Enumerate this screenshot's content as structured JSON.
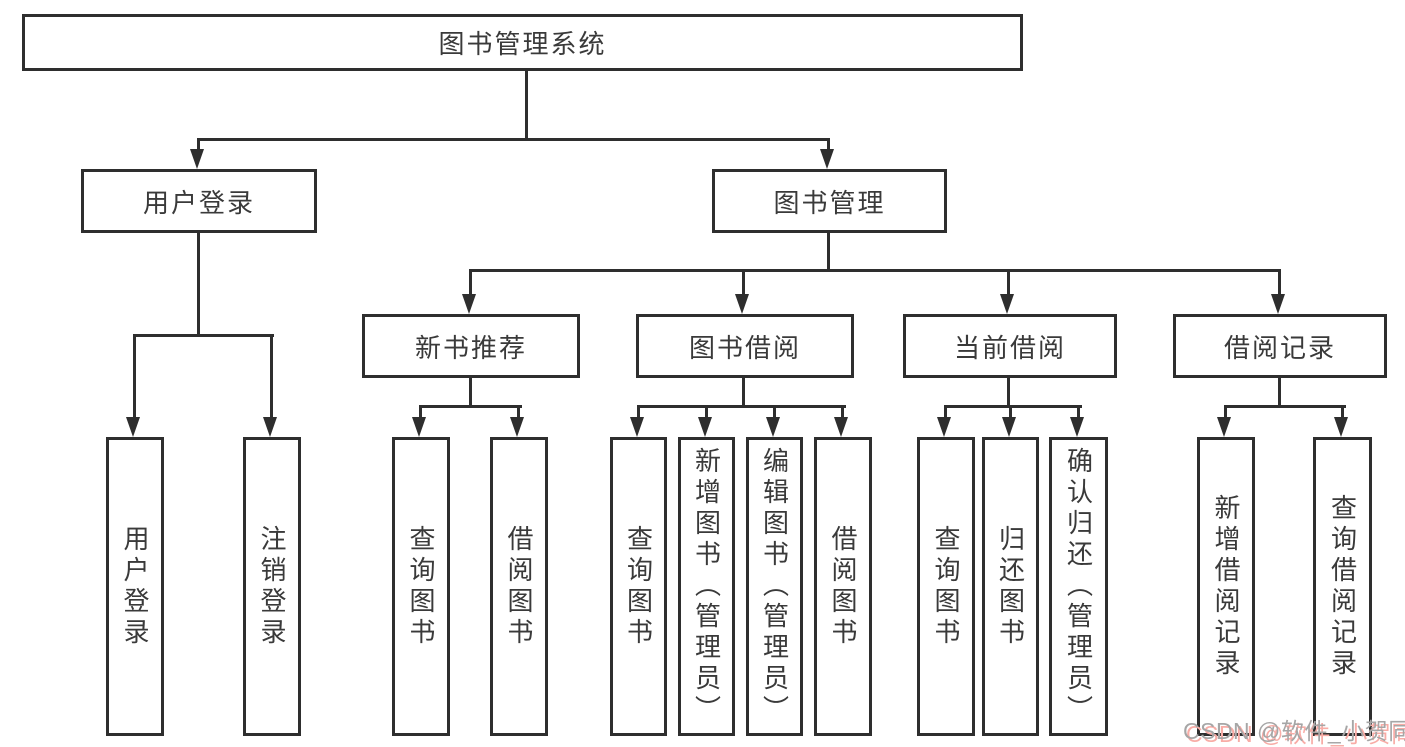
{
  "nodes": {
    "root": "图书管理系统",
    "user_login": "用户登录",
    "book_mgmt": "图书管理",
    "new_books": "新书推荐",
    "book_borrow": "图书借阅",
    "current_borrow": "当前借阅",
    "borrow_records": "借阅记录",
    "leaves": {
      "user_login": [
        "用户登录",
        "注销登录"
      ],
      "new_books": [
        "查询图书",
        "借阅图书"
      ],
      "book_borrow": [
        "查询图书",
        "新增图书（管理员）",
        "编辑图书（管理员）",
        "借阅图书"
      ],
      "current_borrow": [
        "查询图书",
        "归还图书",
        "确认归还（管理员）"
      ],
      "borrow_records": [
        "新增借阅记录",
        "查询借阅记录"
      ]
    }
  },
  "watermark": "CSDN @软件_小贺同学",
  "colors": {
    "line": "#2e2e2e",
    "text": "#3a3a3a",
    "background": "#ffffff",
    "watermark_gray": "#a6a6a6",
    "watermark_pink": "#f8aca6"
  }
}
